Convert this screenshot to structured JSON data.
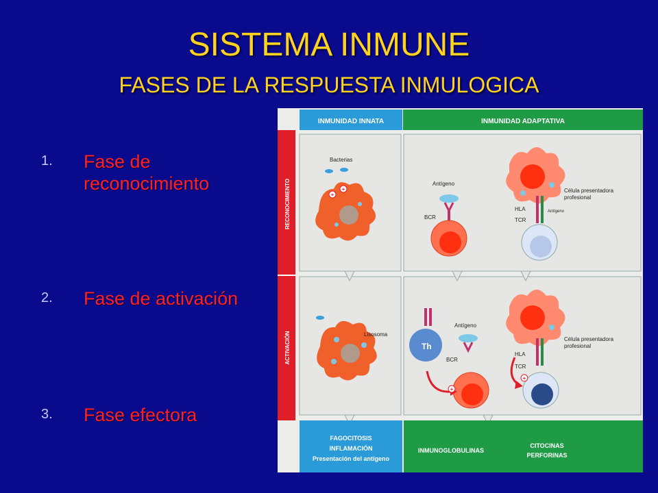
{
  "slide": {
    "title": "SISTEMA INMUNE",
    "subtitle": "FASES DE LA RESPUESTA INMULOGICA"
  },
  "phases": [
    {
      "number": "1.",
      "label": "Fase de reconocimiento"
    },
    {
      "number": "2.",
      "label": "Fase de activación"
    },
    {
      "number": "3.",
      "label": "Fase efectora"
    }
  ],
  "diagram": {
    "headers": {
      "innate": "INMUNIDAD INNATA",
      "adaptive": "INMUNIDAD ADAPTATIVA"
    },
    "rows": {
      "recognition": "RECONOCIMIENTO",
      "activation": "ACTIVACIÓN"
    },
    "labels": {
      "bacterias": "Bacterias",
      "antigeno_1": "Antígeno",
      "bcr_1": "BCR",
      "apc_1_line1": "Célula presentadora",
      "apc_1_line2": "profesional",
      "hla_1": "HLA",
      "tcr_1": "TCR",
      "antigeno_small": "Antígeno",
      "lisosoma": "Lisosoma",
      "th": "Th",
      "antigeno_2": "Antígeno",
      "bcr_2": "BCR",
      "apc_2_line1": "Célula presentadora",
      "apc_2_line2": "profesional",
      "hla_2": "HLA",
      "tcr_2": "TCR",
      "plus": "+"
    },
    "footer": {
      "innate_line1": "FAGOCITOSIS",
      "innate_line2": "INFLAMACIÓN",
      "innate_line3": "Presentación del antígeno",
      "immunoglobulins": "INMUNOGLOBULINAS",
      "cytokines_line1": "CITOCINAS",
      "cytokines_line2": "PERFORINAS"
    },
    "colors": {
      "innate_blue": "#2b9ad8",
      "adaptive_green": "#1f9a45",
      "row_red": "#e01e2a",
      "panel": "#e8e8e6",
      "macrophage": "#f0602a",
      "bcell": "#ff6040",
      "tcell": "#c8d8f0"
    }
  }
}
